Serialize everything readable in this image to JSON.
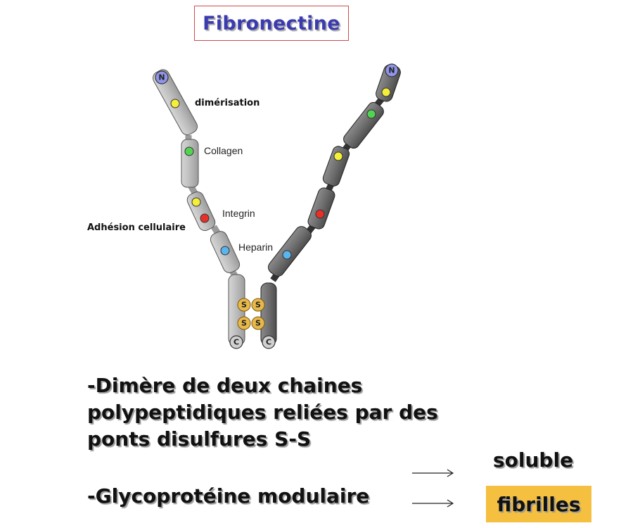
{
  "title": "Fibronectine",
  "diagram": {
    "n_terminal_symbol": "N",
    "c_terminal_symbol": "C",
    "disulfide_symbol": "S",
    "labels": {
      "dimerisation": "dimérisation",
      "collagen": "Collagen",
      "integrin": "Integrin",
      "heparin": "Heparin",
      "adhesion": "Adhésion cellulaire"
    },
    "colors": {
      "light_chain": "#c0c0c0",
      "dark_chain": "#707070",
      "n_cap": "#8f95e8",
      "yellow_site": "#f5ef3a",
      "green_site": "#52d452",
      "red_site": "#e8302a",
      "blue_site": "#5ab4ee",
      "ss_bond": "#e8b84a"
    }
  },
  "text": {
    "line1": "-Dimère de deux chaines",
    "line2": "polypeptidiques reliées par des",
    "line3": "ponts disulfures S-S",
    "line4": "-Glycoprotéine modulaire"
  },
  "forms": {
    "soluble": "soluble",
    "fibrilles": "fibrilles",
    "highlight": "#f5c040"
  }
}
